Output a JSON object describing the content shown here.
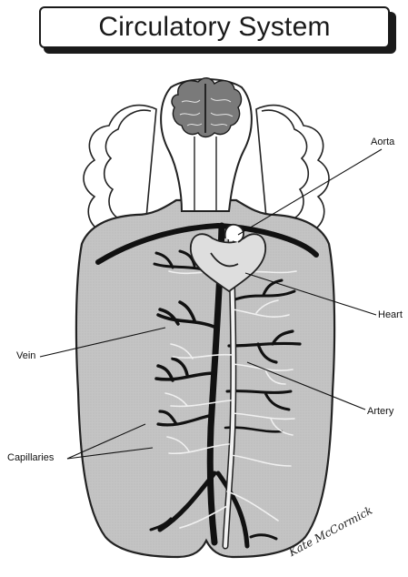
{
  "title": "Circulatory System",
  "labels": {
    "aorta": "Aorta",
    "heart": "Heart",
    "vein": "Vein",
    "artery": "Artery",
    "capillaries": "Capillaries"
  },
  "signature": "Kate McCormick",
  "colors": {
    "body_fill": "#c9c9c9",
    "vein": "#111111",
    "artery": "#f2f2f2",
    "outline": "#222222"
  }
}
